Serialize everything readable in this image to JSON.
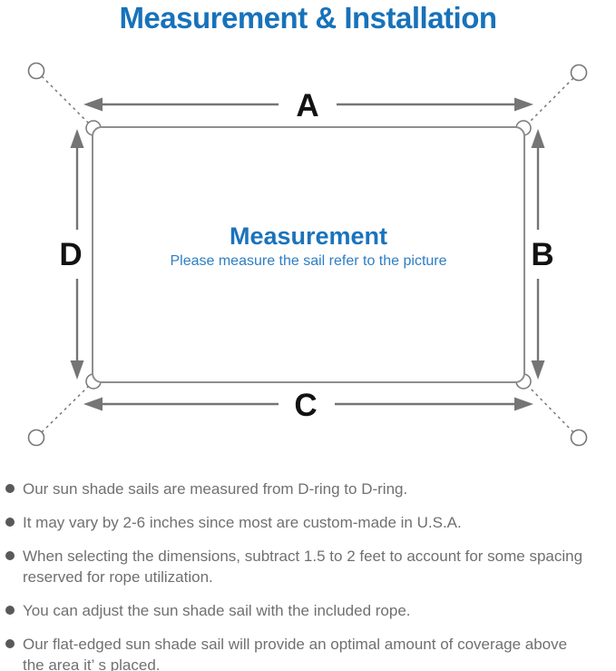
{
  "title": "Measurement & Installation",
  "diagram": {
    "labels": {
      "top": "A",
      "right": "B",
      "bottom": "C",
      "left": "D"
    },
    "center_heading": "Measurement",
    "center_subtitle": "Please measure the sail refer to the picture"
  },
  "notes": [
    [
      "Our sun shade sails are measured from D-ring to D-ring."
    ],
    [
      "It may vary by 2-6 inches since most are custom-made in U.S.A."
    ],
    [
      "When selecting the dimensions, subtract 1.5 to 2 feet to account for some spacing",
      "reserved for rope utilization."
    ],
    [
      "You can adjust the sun shade sail with the included rope."
    ],
    [
      "Our flat-edged sun shade sail will provide an optimal amount of coverage above",
      "the area it’ s placed."
    ]
  ],
  "colors": {
    "accent_blue": "#1772ba",
    "subtitle_blue": "#2e7ec4",
    "line_gray": "#8e8e8e",
    "arrow_gray": "#757575",
    "text_gray": "#6f7072",
    "label_black": "#121212"
  }
}
